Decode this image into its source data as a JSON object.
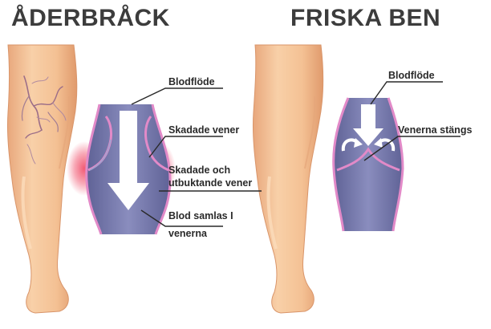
{
  "left_panel": {
    "title": "ÅDERBRÅCK",
    "labels": {
      "blood_flow": "Blodflöde",
      "damaged_veins": "Skadade vener",
      "bulging_line1": "Skadade och",
      "bulging_line2": "utbuktande vener",
      "pooling_line1": "Blod samlas I",
      "pooling_line2": "venerna"
    }
  },
  "right_panel": {
    "title": "FRISKA BEN",
    "labels": {
      "blood_flow": "Blodflöde",
      "veins_close": "Venerna stängs"
    }
  },
  "colors": {
    "skin": "#f6c79c",
    "skin_shadow": "#e6a77a",
    "vein_fill": "#7174a8",
    "vein_light": "#a6a9d2",
    "vein_wall": "#e28ac8",
    "inflammation": "#ef3e5c",
    "leader_line": "#2a2a2a"
  }
}
